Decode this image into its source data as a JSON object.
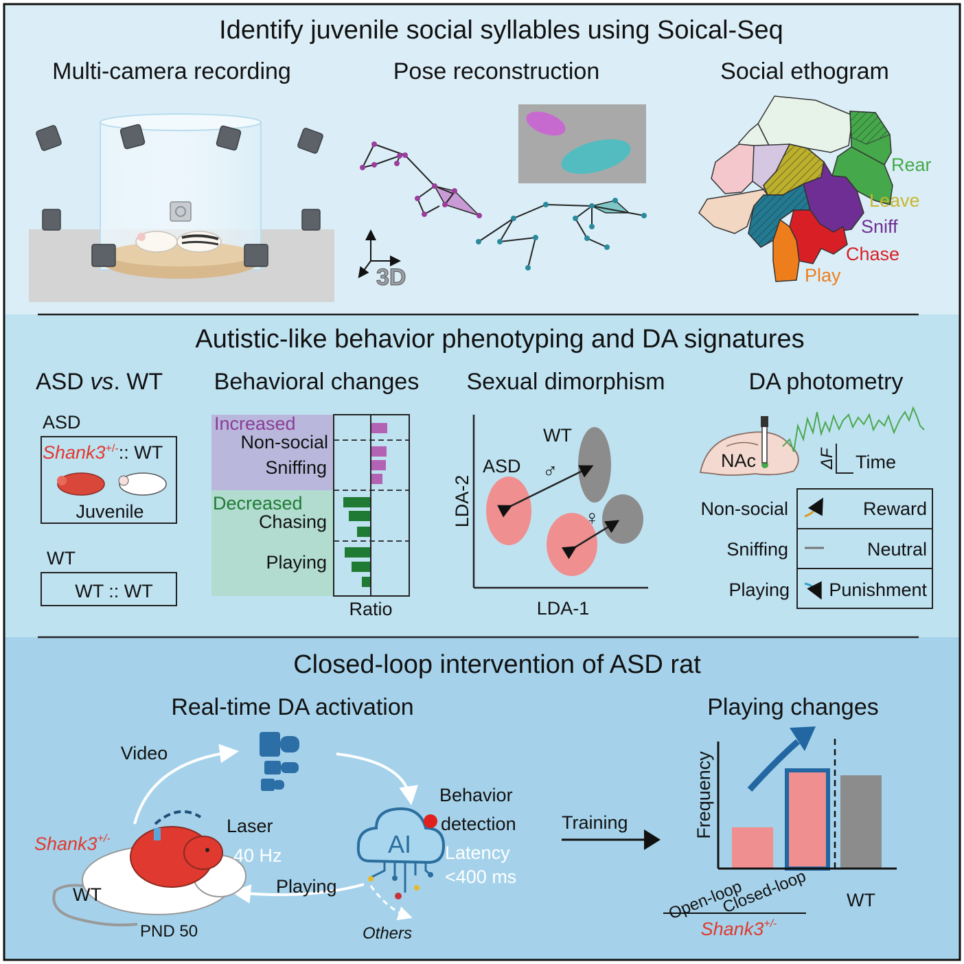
{
  "colors": {
    "panel1_bg": "#dbeef7",
    "panel2_bg": "#bfe2f1",
    "panel3_bg": "#a5d2ea",
    "shank3_red": "#e0392f",
    "rear": "#45a84a",
    "leave": "#c8b62c",
    "sniff": "#6f2e94",
    "chase": "#d91f26",
    "play": "#ee7d1c",
    "increased_purple": "#8a3d96",
    "decreased_green": "#1f7a34",
    "asd_pink": "#ef8f8f",
    "wt_gray": "#8c8c8c",
    "ai_blue": "#2b6e9e"
  },
  "panel1": {
    "title": "Identify juvenile social syllables using Soical-Seq",
    "col1": "Multi-camera recording",
    "col2": "Pose reconstruction",
    "col3": "Social ethogram",
    "axes_label": "3D",
    "ethogram_labels": [
      "Rear",
      "Leave",
      "Sniff",
      "Chase",
      "Play"
    ]
  },
  "panel2": {
    "title": "Autistic-like behavior phenotyping and DA signatures",
    "asd_vs_wt": {
      "heading_pre": "ASD ",
      "heading_vs": "vs",
      "heading_post": ". WT",
      "asd_label": "ASD",
      "asd_gene": "Shank3",
      "asd_sup": "+/-",
      "asd_pair_rest": ":: WT",
      "juvenile": "Juvenile",
      "wt_label": "WT",
      "wt_pair": "WT :: WT"
    },
    "behavioral_changes": {
      "heading": "Behavioral changes",
      "increased": "Increased",
      "decreased": "Decreased",
      "rows": [
        "Non-social",
        "Sniffing",
        "Chasing",
        "Playing"
      ],
      "xlabel": "Ratio"
    },
    "sexual_dimorphism": {
      "heading": "Sexual dimorphism",
      "xlabel": "LDA-1",
      "ylabel": "LDA-2",
      "asd": "ASD",
      "wt": "WT",
      "male": "♂",
      "female": "♀"
    },
    "da_photometry": {
      "heading": "DA photometry",
      "region": "NAc",
      "delta_f": "ΔF",
      "time": "Time",
      "rows": [
        {
          "behavior": "Non-social",
          "response": "Reward"
        },
        {
          "behavior": "Sniffing",
          "response": "Neutral"
        },
        {
          "behavior": "Playing",
          "response": "Punishment"
        }
      ]
    }
  },
  "panel3": {
    "title": "Closed-loop intervention of ASD rat",
    "left_heading": "Real-time DA activation",
    "right_heading": "Playing changes",
    "video": "Video",
    "shank3": "Shank3",
    "shank3_sup": "+/-",
    "wt": "WT",
    "pnd": "PND 50",
    "laser": "Laser",
    "laser_freq": "40 Hz",
    "playing": "Playing",
    "ai": "AI",
    "behavior_detection_1": "Behavior",
    "behavior_detection_2": "detection",
    "latency_1": "Latency",
    "latency_2": "<400 ms",
    "others": "Others",
    "training": "Training"
  },
  "chart_data": {
    "type": "bar",
    "ylabel": "Frequency",
    "categories": [
      "Open-loop",
      "Closed-loop",
      "WT"
    ],
    "values": [
      0.42,
      1.0,
      0.95
    ],
    "group_label": "Shank3+/-",
    "group_members": [
      "Open-loop",
      "Closed-loop"
    ]
  }
}
